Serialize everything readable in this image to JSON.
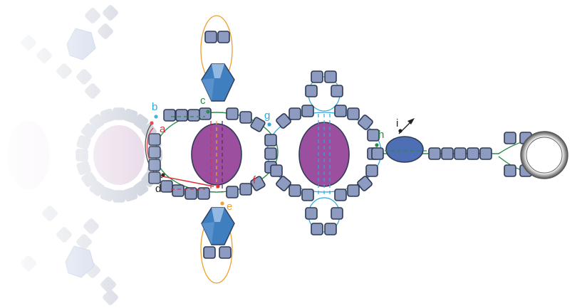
{
  "colors": {
    "bead_fill": "#8c9bbf",
    "bead_stroke": "#2f3a55",
    "ghost_bead": "#c9ced9",
    "oval_purple": "#9c4f9e",
    "oval_ghost": "#e0c8e0",
    "oval_blue": "#4f6fb5",
    "crystal_blue": "#3f7fbf",
    "ring_gray": "#a8a8a8",
    "thread_red": "#e0303a",
    "thread_blue": "#2fa8e0",
    "thread_green": "#2a8a4a",
    "thread_orange": "#f0a030",
    "thread_black": "#222222",
    "thread_purple": "#5a2a6a"
  },
  "step_labels": [
    {
      "id": "a",
      "text": "a",
      "color": "#e0303a"
    },
    {
      "id": "b",
      "text": "b",
      "color": "#2fa8e0"
    },
    {
      "id": "c",
      "text": "c",
      "color": "#2a8a4a"
    },
    {
      "id": "d",
      "text": "d",
      "color": "#222222"
    },
    {
      "id": "e",
      "text": "e",
      "color": "#f0a030"
    },
    {
      "id": "f",
      "text": "f",
      "color": "#e0303a"
    },
    {
      "id": "g",
      "text": "g",
      "color": "#2fa8e0"
    },
    {
      "id": "h",
      "text": "h",
      "color": "#2a8a4a"
    },
    {
      "id": "i",
      "text": "i",
      "color": "#222222"
    }
  ],
  "icons": {
    "needle_arrow": "arrow-icon"
  }
}
